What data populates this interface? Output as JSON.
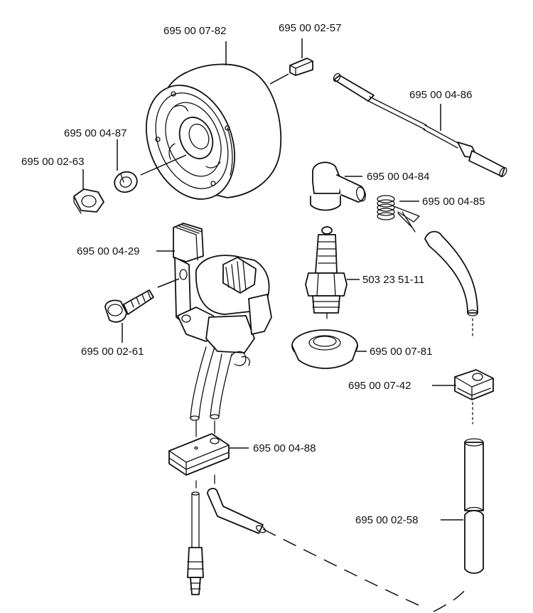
{
  "labels": {
    "flywheel": "695 00 07-82",
    "key": "695 00 02-57",
    "spring_washer": "695 00 04-87",
    "nut": "695 00 02-63",
    "ignition_wire": "695 00 04-86",
    "spark_plug_cap": "695 00 04-84",
    "cap_spring": "695 00 04-85",
    "ignition_module": "695 00 04-29",
    "spark_plug": "503 23 51-11",
    "module_screw": "695 00 02-61",
    "plug_boot": "695 00 07-81",
    "clamp": "695 00 07-42",
    "grommet": "695 00 04-88",
    "short_circuit_wire": "695 00 02-58"
  }
}
